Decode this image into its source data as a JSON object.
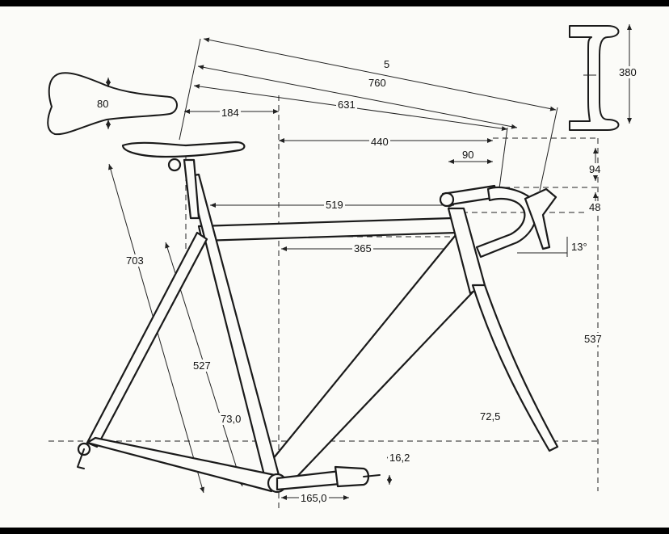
{
  "dimensions": {
    "saddle_width": "80",
    "bar_width": "380",
    "top_offset": "5",
    "reach_total": "760",
    "reach_631": "631",
    "setback": "184",
    "saddle_to_bar": "440",
    "stem": "90",
    "drop_94": "94",
    "drop_48": "48",
    "top_tube": "519",
    "seat_height": "703",
    "chainstay_top": "365",
    "drop_angle": "13°",
    "head_height": "537",
    "seat_tube": "527",
    "seat_angle": "73,0",
    "head_angle": "72,5",
    "bb_drop": "16,2",
    "crank": "165,0"
  }
}
